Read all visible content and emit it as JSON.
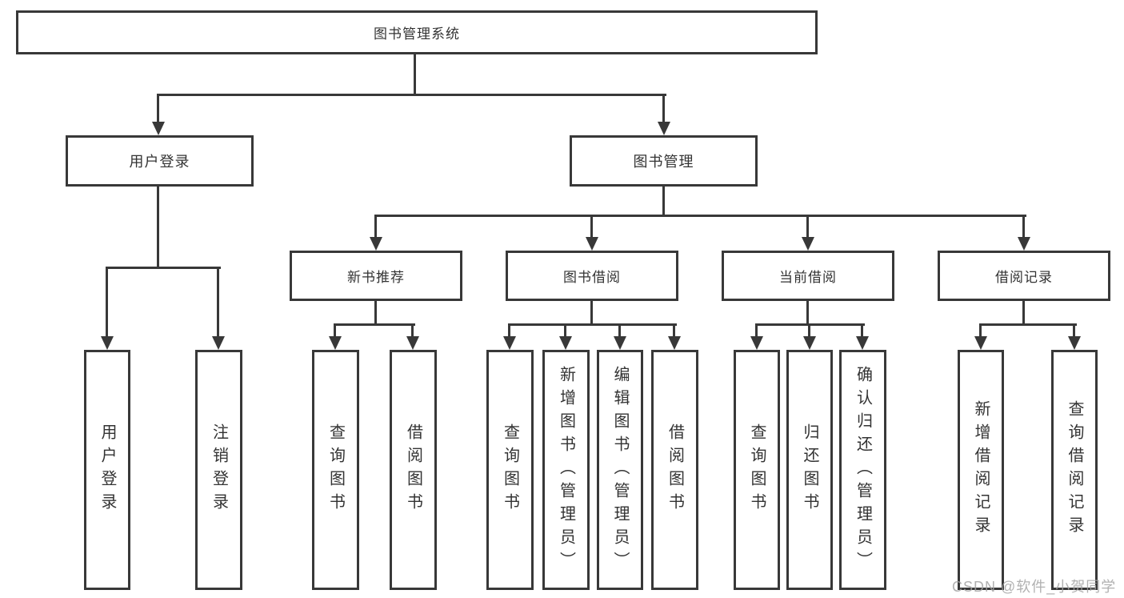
{
  "colors": {
    "background": "#ffffff",
    "line": "#383838",
    "box_border": "#383838",
    "text": "#333333",
    "watermark": "#a3a3a3"
  },
  "watermark": {
    "text": "CSDN @软件_小贺同学"
  },
  "diagram": {
    "type": "hierarchy-tree",
    "root": {
      "label": "图书管理系统",
      "children": [
        {
          "label": "用户登录",
          "children": [
            {
              "label": "用户登录"
            },
            {
              "label": "注销登录"
            }
          ]
        },
        {
          "label": "图书管理",
          "children": [
            {
              "label": "新书推荐",
              "children": [
                {
                  "label": "查询图书"
                },
                {
                  "label": "借阅图书"
                }
              ]
            },
            {
              "label": "图书借阅",
              "children": [
                {
                  "label": "查询图书"
                },
                {
                  "label": "新增图书（管理员）"
                },
                {
                  "label": "编辑图书（管理员）"
                },
                {
                  "label": "借阅图书"
                }
              ]
            },
            {
              "label": "当前借阅",
              "children": [
                {
                  "label": "查询图书"
                },
                {
                  "label": "归还图书"
                },
                {
                  "label": "确认归还（管理员）"
                }
              ]
            },
            {
              "label": "借阅记录",
              "children": [
                {
                  "label": "新增借阅记录"
                },
                {
                  "label": "查询借阅记录"
                }
              ]
            }
          ]
        }
      ]
    }
  }
}
